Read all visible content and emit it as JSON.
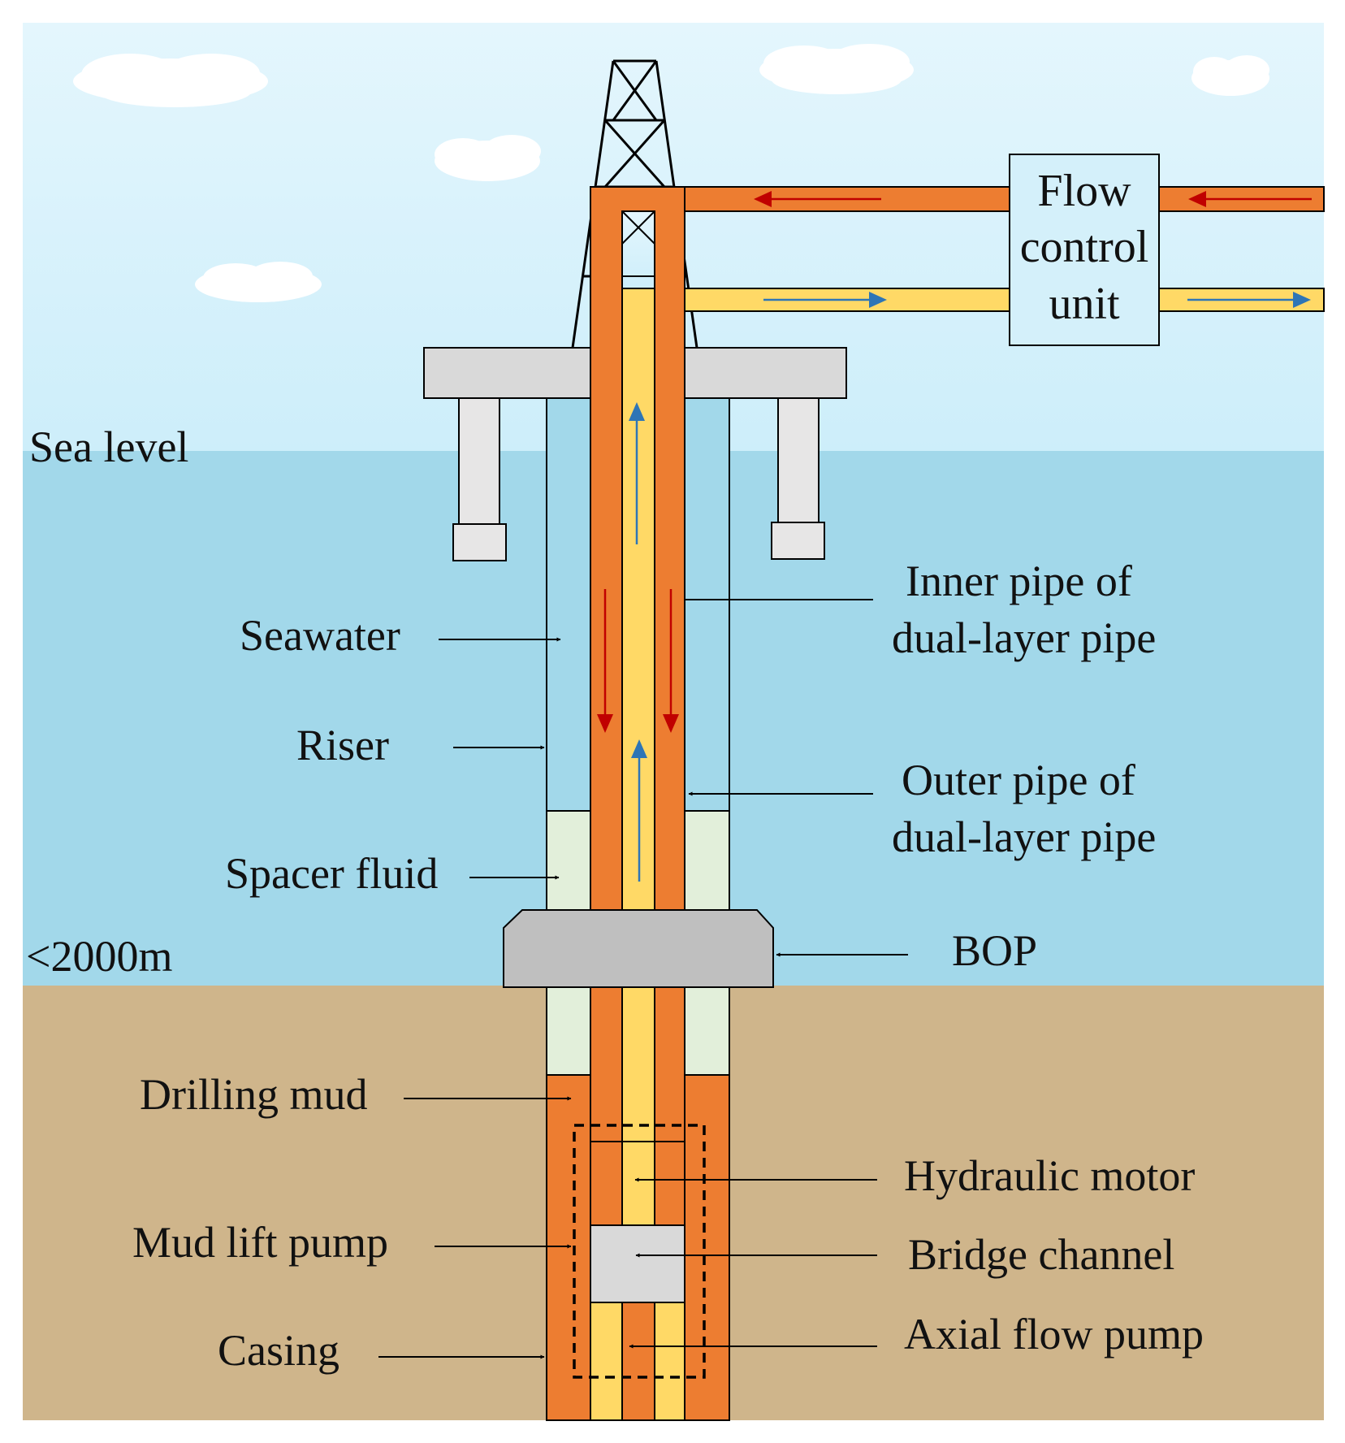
{
  "labels": {
    "sea_level": "Sea level",
    "depth": "<2000m",
    "seawater": "Seawater",
    "riser": "Riser",
    "spacer_fluid": "Spacer fluid",
    "inner_pipe_line1": "Inner pipe of",
    "inner_pipe_line2": "dual-layer pipe",
    "outer_pipe_line1": "Outer pipe of",
    "outer_pipe_line2": "dual-layer pipe",
    "bop": "BOP",
    "drilling_mud": "Drilling mud",
    "mud_lift_pump": "Mud lift pump",
    "casing": "Casing",
    "hydraulic_motor": "Hydraulic motor",
    "bridge_channel": "Bridge channel",
    "axial_flow_pump": "Axial flow pump"
  },
  "flow_control_unit": {
    "line1": "Flow",
    "line2": "control",
    "line3": "unit"
  },
  "colors": {
    "sky": "#d4f0fa",
    "sea": "#a2d8ea",
    "seabed": "#cfb58b",
    "cloud": "#ffffff",
    "outer_pipe_fluid": "#ed7d31",
    "inner_pipe_fluid": "#ffd966",
    "spacer_fluid": "#e2efda",
    "platform": "#d9d9d9",
    "platform_leg": "#e7e6e6",
    "bop": "#bfbfbf",
    "bridge_channel": "#d9d9d9",
    "downward_flow_arrow": "#c00000",
    "upward_flow_arrow": "#2e75b6"
  }
}
